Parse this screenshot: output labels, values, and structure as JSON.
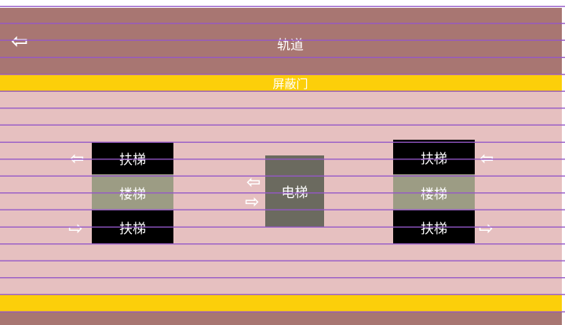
{
  "header": {
    "title": "轨道",
    "back_icon": "arrow-left-icon"
  },
  "platform_screen_door": {
    "label": "屏蔽门"
  },
  "left_group": {
    "top": "扶梯",
    "middle": "楼梯",
    "bottom": "扶梯"
  },
  "center_group": {
    "label": "电梯"
  },
  "right_group": {
    "top": "扶梯",
    "middle": "楼梯",
    "bottom": "扶梯"
  },
  "arrows": {
    "left": "⇦",
    "right": "⇨"
  },
  "colors": {
    "header": "#a87672",
    "door": "#fccf0a",
    "platform": "#e6c0c0",
    "escalator": "#000000",
    "stairs": "#9c9c84",
    "elevator": "#6b6a5f"
  }
}
